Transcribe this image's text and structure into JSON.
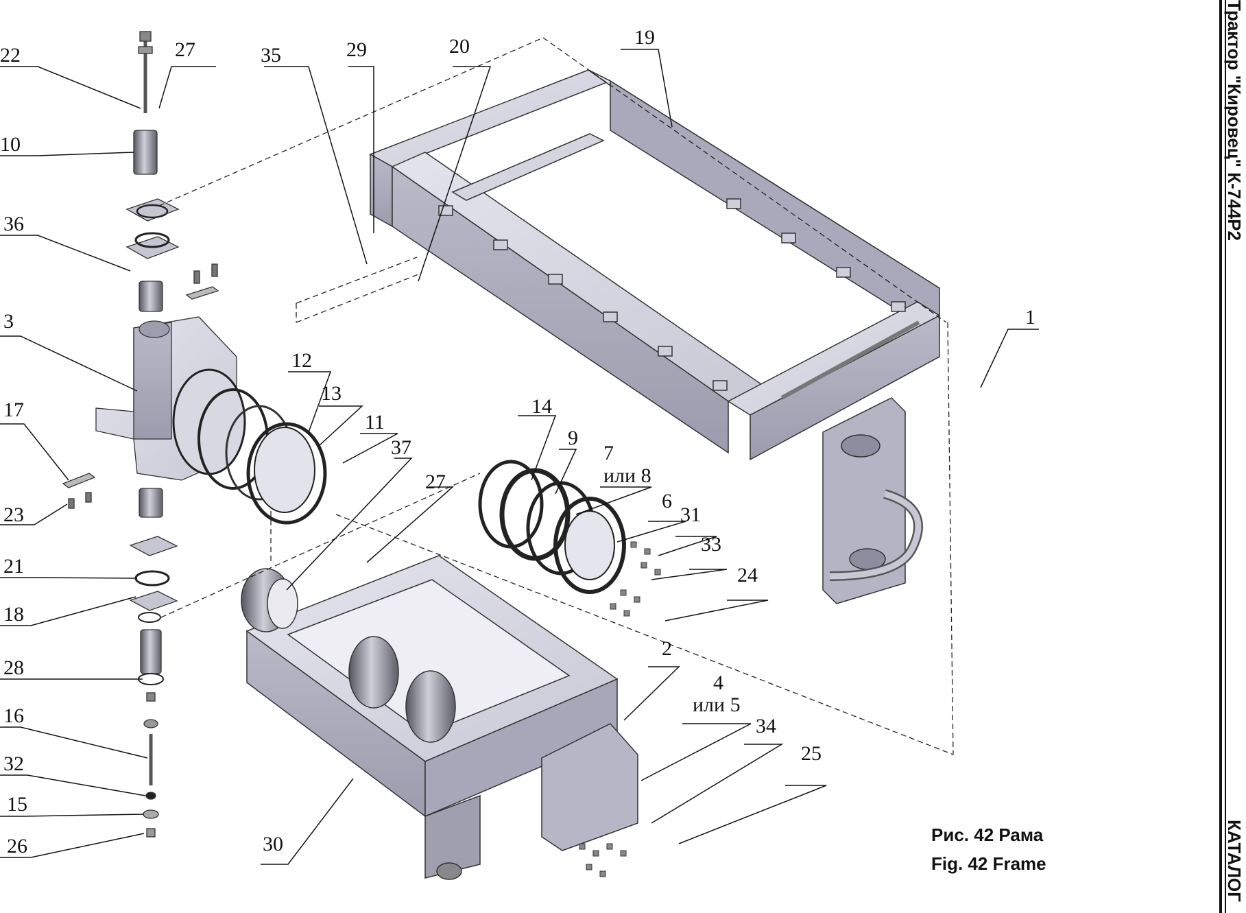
{
  "header": {
    "side_title": "Трактор \"Кировец\" К-744Р2",
    "side_footer": "КАТАЛОГ"
  },
  "caption": {
    "ru": "Рис. 42 Рама",
    "en": "Fig. 42 Frame"
  },
  "callouts": [
    {
      "id": "22",
      "label": "22"
    },
    {
      "id": "27a",
      "label": "27"
    },
    {
      "id": "10",
      "label": "10"
    },
    {
      "id": "36",
      "label": "36"
    },
    {
      "id": "3",
      "label": "3"
    },
    {
      "id": "17",
      "label": "17"
    },
    {
      "id": "23",
      "label": "23"
    },
    {
      "id": "21",
      "label": "21"
    },
    {
      "id": "18",
      "label": "18"
    },
    {
      "id": "28",
      "label": "28"
    },
    {
      "id": "16",
      "label": "16"
    },
    {
      "id": "32",
      "label": "32"
    },
    {
      "id": "15",
      "label": "15"
    },
    {
      "id": "26",
      "label": "26"
    },
    {
      "id": "35",
      "label": "35"
    },
    {
      "id": "29",
      "label": "29"
    },
    {
      "id": "20",
      "label": "20"
    },
    {
      "id": "19",
      "label": "19"
    },
    {
      "id": "1",
      "label": "1"
    },
    {
      "id": "12",
      "label": "12"
    },
    {
      "id": "13",
      "label": "13"
    },
    {
      "id": "11",
      "label": "11"
    },
    {
      "id": "37",
      "label": "37"
    },
    {
      "id": "27b",
      "label": "27"
    },
    {
      "id": "14",
      "label": "14"
    },
    {
      "id": "9",
      "label": "9"
    },
    {
      "id": "7",
      "label": "7"
    },
    {
      "id": "7alt",
      "label": "или 8"
    },
    {
      "id": "6",
      "label": "6"
    },
    {
      "id": "31",
      "label": "31"
    },
    {
      "id": "33",
      "label": "33"
    },
    {
      "id": "24",
      "label": "24"
    },
    {
      "id": "2",
      "label": "2"
    },
    {
      "id": "4",
      "label": "4"
    },
    {
      "id": "4alt",
      "label": "или 5"
    },
    {
      "id": "34",
      "label": "34"
    },
    {
      "id": "25",
      "label": "25"
    },
    {
      "id": "30",
      "label": "30"
    }
  ]
}
